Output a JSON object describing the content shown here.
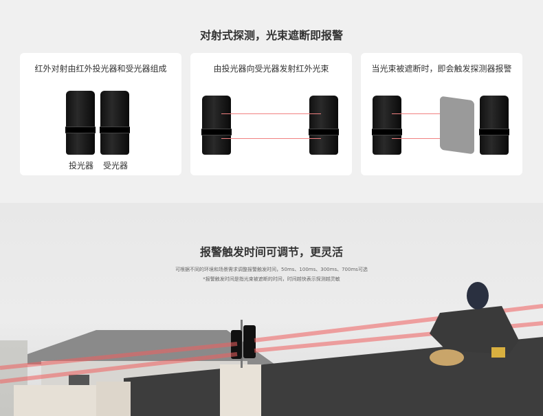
{
  "section1": {
    "title": "对射式探测，光束遮断即报警",
    "cards": [
      {
        "caption": "红外对射由红外投光器和受光器组成",
        "labels": [
          "投光器",
          "受光器"
        ]
      },
      {
        "caption": "由投光器向受光器发射红外光束"
      },
      {
        "caption": "当光束被遮断时，即会触发探测器报警"
      }
    ]
  },
  "section2": {
    "title": "报警触发时间可调节，更灵活",
    "line1": "可根据不同的环境和场景需求调整报警触发时间，50ms、100ms、300ms、700ms可选",
    "line2": "*报警触发时间是指光束被遮断的时间，时间越快表示探测越灵敏"
  },
  "colors": {
    "beam": "#f08080",
    "card": "#ffffff",
    "background": "#f0f0f0"
  }
}
